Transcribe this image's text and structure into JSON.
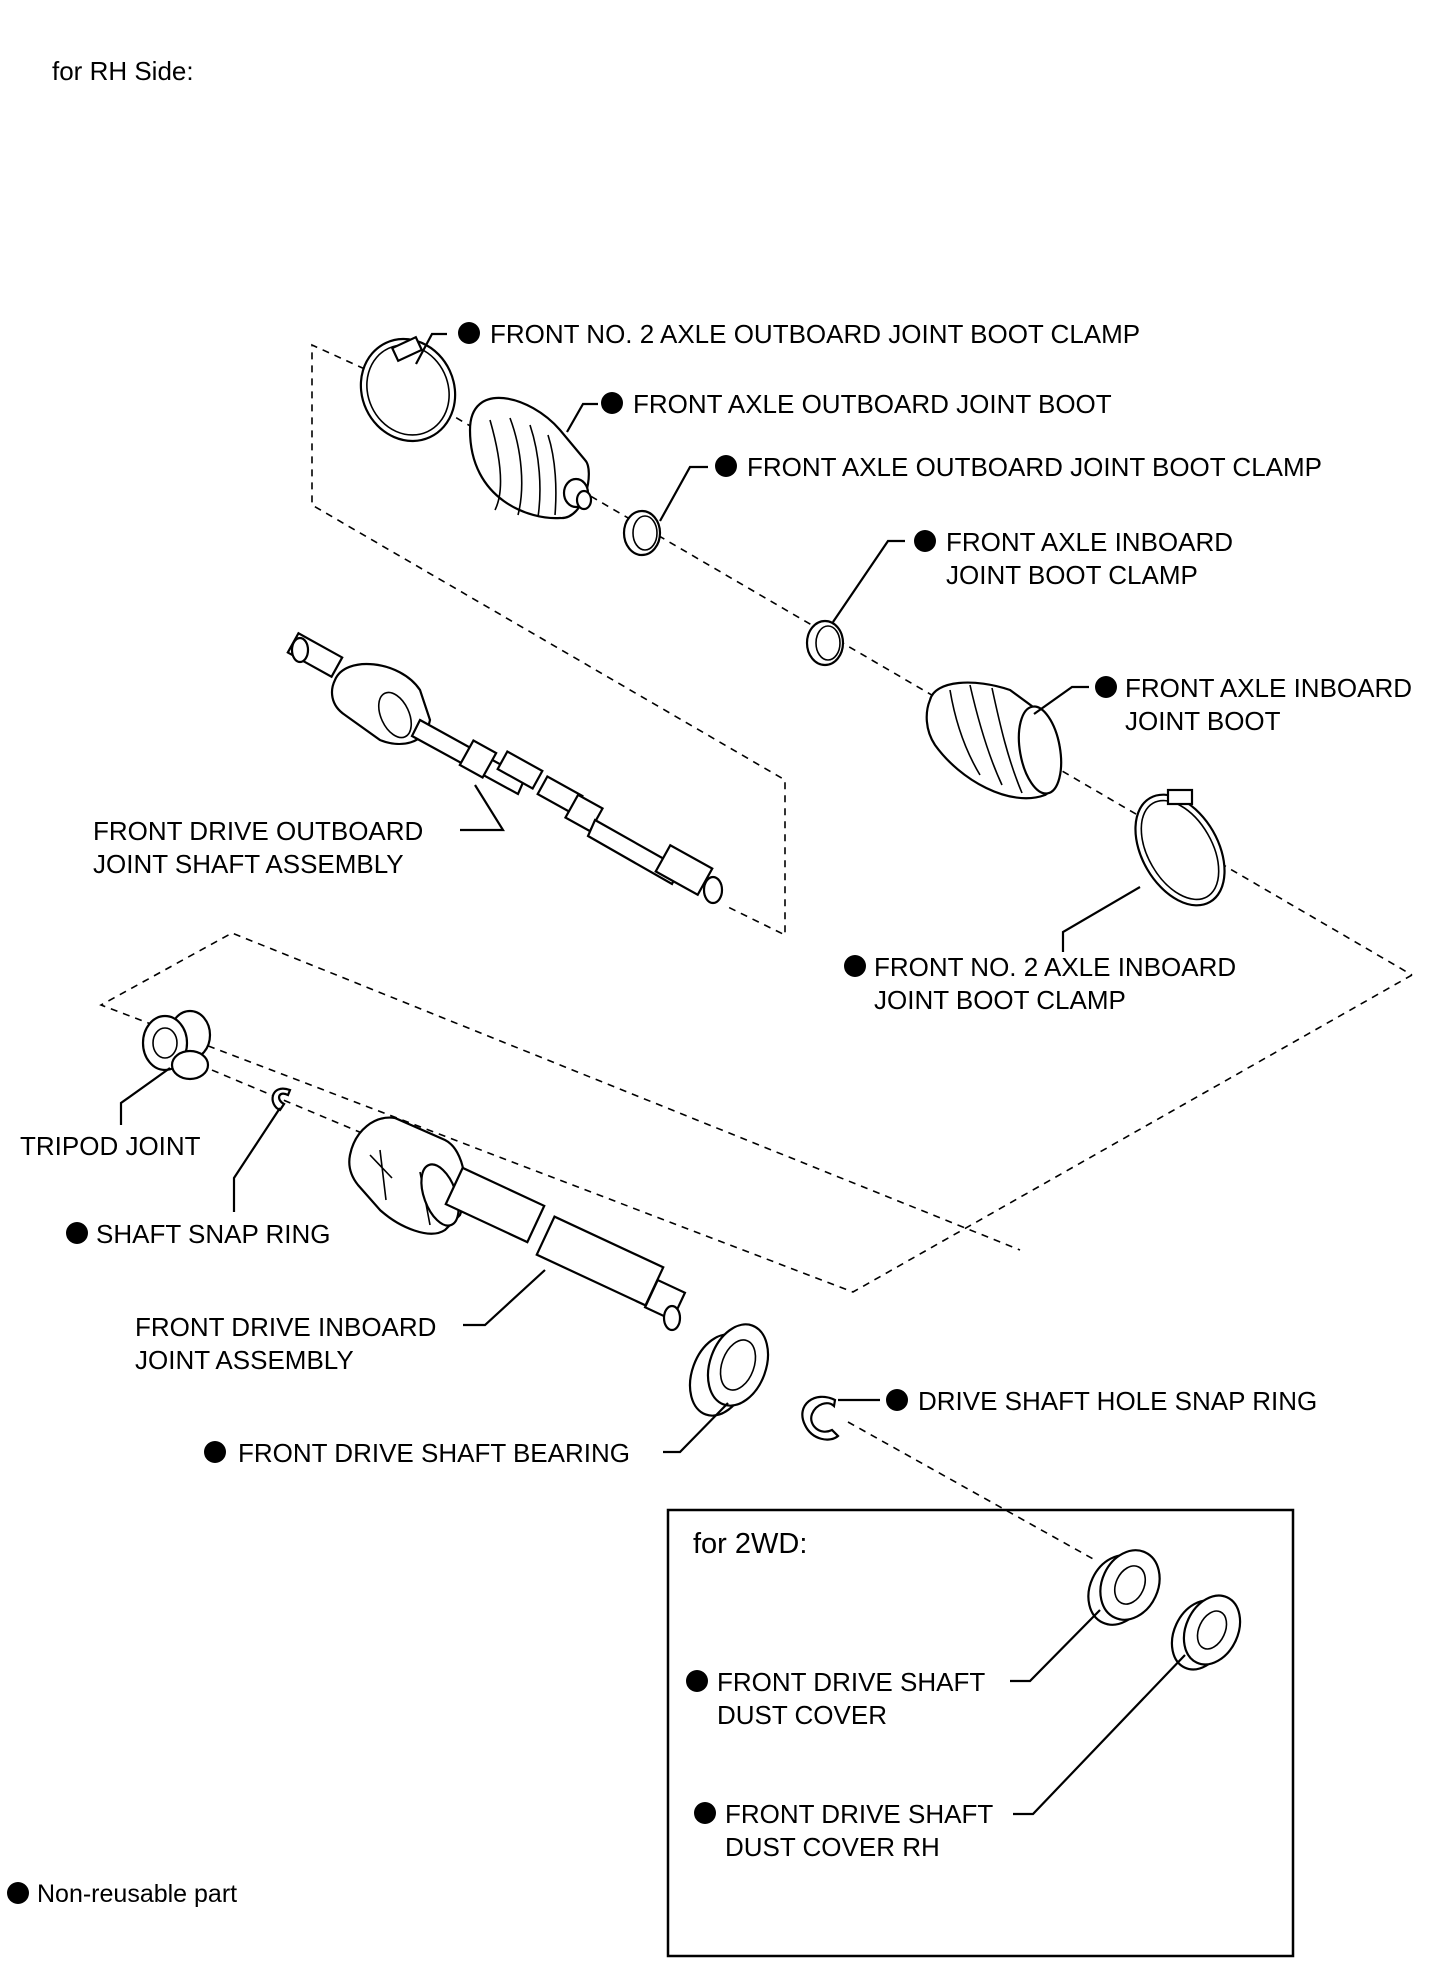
{
  "heading": "for RH Side:",
  "legend": {
    "text": "Non-reusable part"
  },
  "inset": {
    "title": "for 2WD:"
  },
  "labels": {
    "front_no2_axle_outboard_joint_boot_clamp": "FRONT NO. 2 AXLE OUTBOARD JOINT BOOT CLAMP",
    "front_axle_outboard_joint_boot": "FRONT AXLE OUTBOARD JOINT BOOT",
    "front_axle_outboard_joint_boot_clamp": "FRONT AXLE OUTBOARD JOINT BOOT CLAMP",
    "front_axle_inboard_joint_boot_clamp": [
      "FRONT AXLE INBOARD",
      "JOINT BOOT CLAMP"
    ],
    "front_axle_inboard_joint_boot": [
      "FRONT AXLE INBOARD",
      "JOINT BOOT"
    ],
    "front_drive_outboard_joint_shaft_assembly": [
      "FRONT DRIVE OUTBOARD",
      "JOINT SHAFT ASSEMBLY"
    ],
    "front_no2_axle_inboard_joint_boot_clamp": [
      "FRONT NO. 2 AXLE INBOARD",
      "JOINT BOOT CLAMP"
    ],
    "tripod_joint": "TRIPOD JOINT",
    "shaft_snap_ring": "SHAFT SNAP RING",
    "front_drive_inboard_joint_assembly": [
      "FRONT DRIVE INBOARD",
      "JOINT ASSEMBLY"
    ],
    "drive_shaft_hole_snap_ring": "DRIVE SHAFT HOLE SNAP RING",
    "front_drive_shaft_bearing": "FRONT DRIVE SHAFT BEARING",
    "front_drive_shaft_dust_cover": [
      "FRONT DRIVE SHAFT",
      "DUST COVER"
    ],
    "front_drive_shaft_dust_cover_rh": [
      "FRONT DRIVE SHAFT",
      "DUST COVER RH"
    ]
  },
  "colors": {
    "ink": "#000000",
    "background": "#ffffff"
  },
  "icons": {
    "non_reusable_marker": "filled-circle-icon"
  }
}
